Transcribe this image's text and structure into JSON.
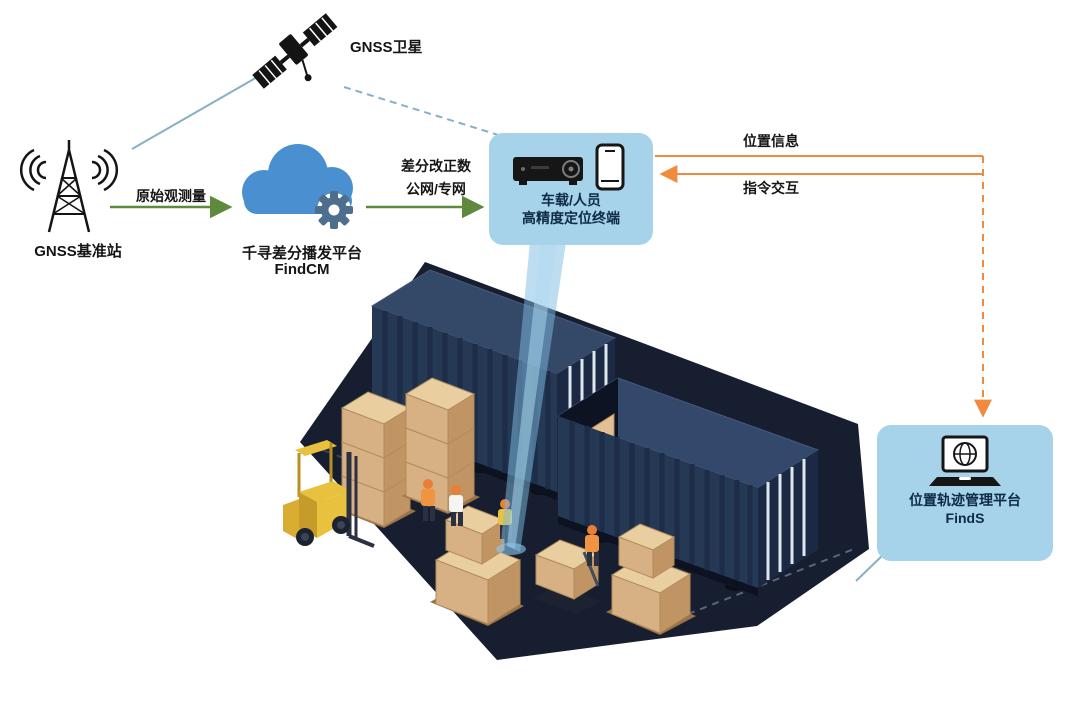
{
  "nodes": {
    "satellite": {
      "label": "GNSS卫星"
    },
    "base_station": {
      "label": "GNSS基准站"
    },
    "cloud_platform": {
      "line1": "千寻差分播发平台",
      "line2": "FindCM"
    },
    "terminal": {
      "line1": "车载/人员",
      "line2": "高精度定位终端"
    },
    "management_platform": {
      "line1": "位置轨迹管理平台",
      "line2": "FindS"
    }
  },
  "edges": {
    "raw_observation": {
      "label": "原始观测量"
    },
    "correction": {
      "line1": "差分改正数",
      "line2": "公网/专网"
    },
    "position_info": {
      "label": "位置信息"
    },
    "command_exchange": {
      "label": "指令交互"
    }
  },
  "colors": {
    "bubble_bg": "#a6d2ea",
    "bubble_text": "#0e2a44",
    "green_arrow": "#5f8a3e",
    "orange_arrow": "#ef8a3f",
    "teal_line": "#86b0c4",
    "cloud_blue": "#4a8fd0",
    "container_navy": "#253955",
    "box_tan": "#d7b183"
  }
}
